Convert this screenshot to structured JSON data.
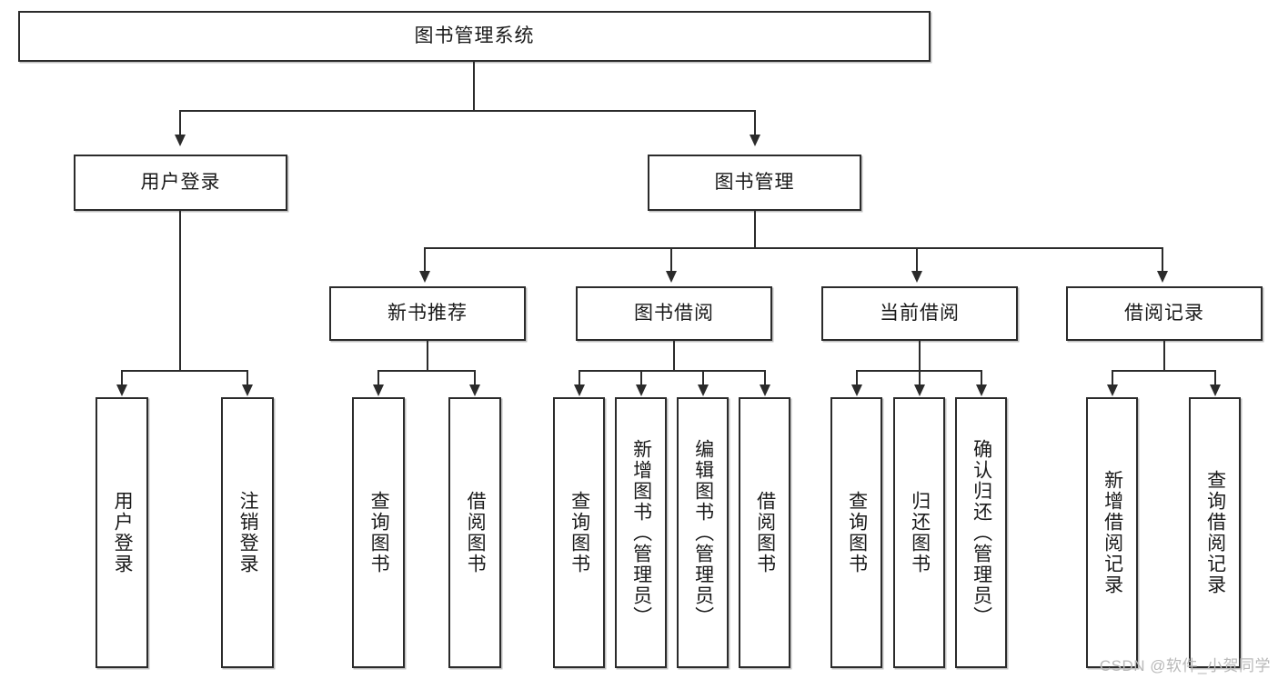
{
  "diagram": {
    "title": "图书管理系统",
    "type": "hierarchy-tree",
    "root": {
      "label": "图书管理系统"
    },
    "level1": [
      {
        "label": "用户登录"
      },
      {
        "label": "图书管理"
      }
    ],
    "level2": [
      {
        "label": "新书推荐"
      },
      {
        "label": "图书借阅"
      },
      {
        "label": "当前借阅"
      },
      {
        "label": "借阅记录"
      }
    ],
    "leaves": {
      "user_login": [
        {
          "label": "用户登录"
        },
        {
          "label": "注销登录"
        }
      ],
      "new_book_recommend": [
        {
          "label": "查询图书"
        },
        {
          "label": "借阅图书"
        }
      ],
      "book_borrow": [
        {
          "label": "查询图书"
        },
        {
          "label": "新增图书（管理员）"
        },
        {
          "label": "编辑图书（管理员）"
        },
        {
          "label": "借阅图书"
        }
      ],
      "current_borrow": [
        {
          "label": "查询图书"
        },
        {
          "label": "归还图书"
        },
        {
          "label": "确认归还（管理员）"
        }
      ],
      "borrow_record": [
        {
          "label": "新增借阅记录"
        },
        {
          "label": "查询借阅记录"
        }
      ]
    }
  },
  "watermark": {
    "text": "CSDN @软件_小贺同学"
  },
  "colors": {
    "box_border": "#2b2b2b",
    "box_fill": "#ffffff",
    "text": "#1a1a1a",
    "watermark": "#b9b9b9",
    "background": "#ffffff"
  }
}
